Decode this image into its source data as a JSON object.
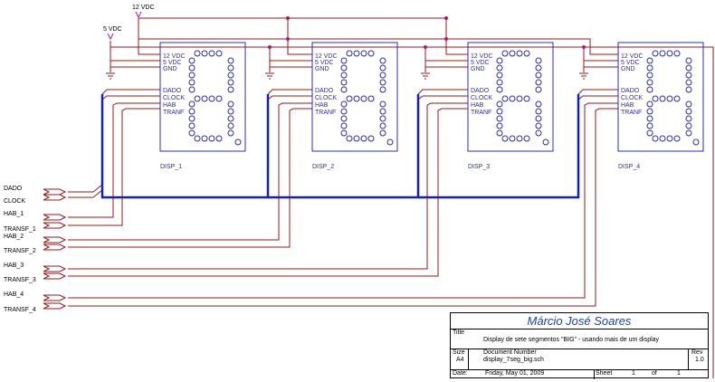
{
  "supply": {
    "v12": "12 VDC",
    "v5": "5 VDC"
  },
  "pin_labels": [
    "12 VDC",
    "5 VDC",
    "GND",
    "DADO",
    "CLOCK",
    "HAB",
    "TRANF"
  ],
  "displays": [
    {
      "ref": "DISP_1"
    },
    {
      "ref": "DISP_2"
    },
    {
      "ref": "DISP_3"
    },
    {
      "ref": "DISP_4"
    }
  ],
  "connectors": [
    "DADO",
    "CLOCK",
    "HAB_1",
    "TRANSF_1",
    "HAB_2",
    "TRANSF_2",
    "HAB_3",
    "TRANSF_3",
    "HAB_4",
    "TRANSF_4"
  ],
  "title_block": {
    "author": "Márcio José Soares",
    "title_label": "Title",
    "title": "Display de sete segmentos \"BIG\" - usando mais de um display",
    "size_label": "Size",
    "size": "A4",
    "docnum_label": "Document Number",
    "docnum": "display_7seg_big.sch",
    "rev_label": "Rev",
    "rev": "1.0",
    "date_label": "Date:",
    "date": "Friday, May 01, 2009",
    "sheet_label": "Sheet",
    "sheet": "1",
    "of_label": "of",
    "sheet_total": "1"
  },
  "colors": {
    "wire": "#9b1a1a",
    "bus": "#1420b8",
    "component": "#2c2cb0",
    "junction": "#b8188a",
    "text": "#000000"
  }
}
